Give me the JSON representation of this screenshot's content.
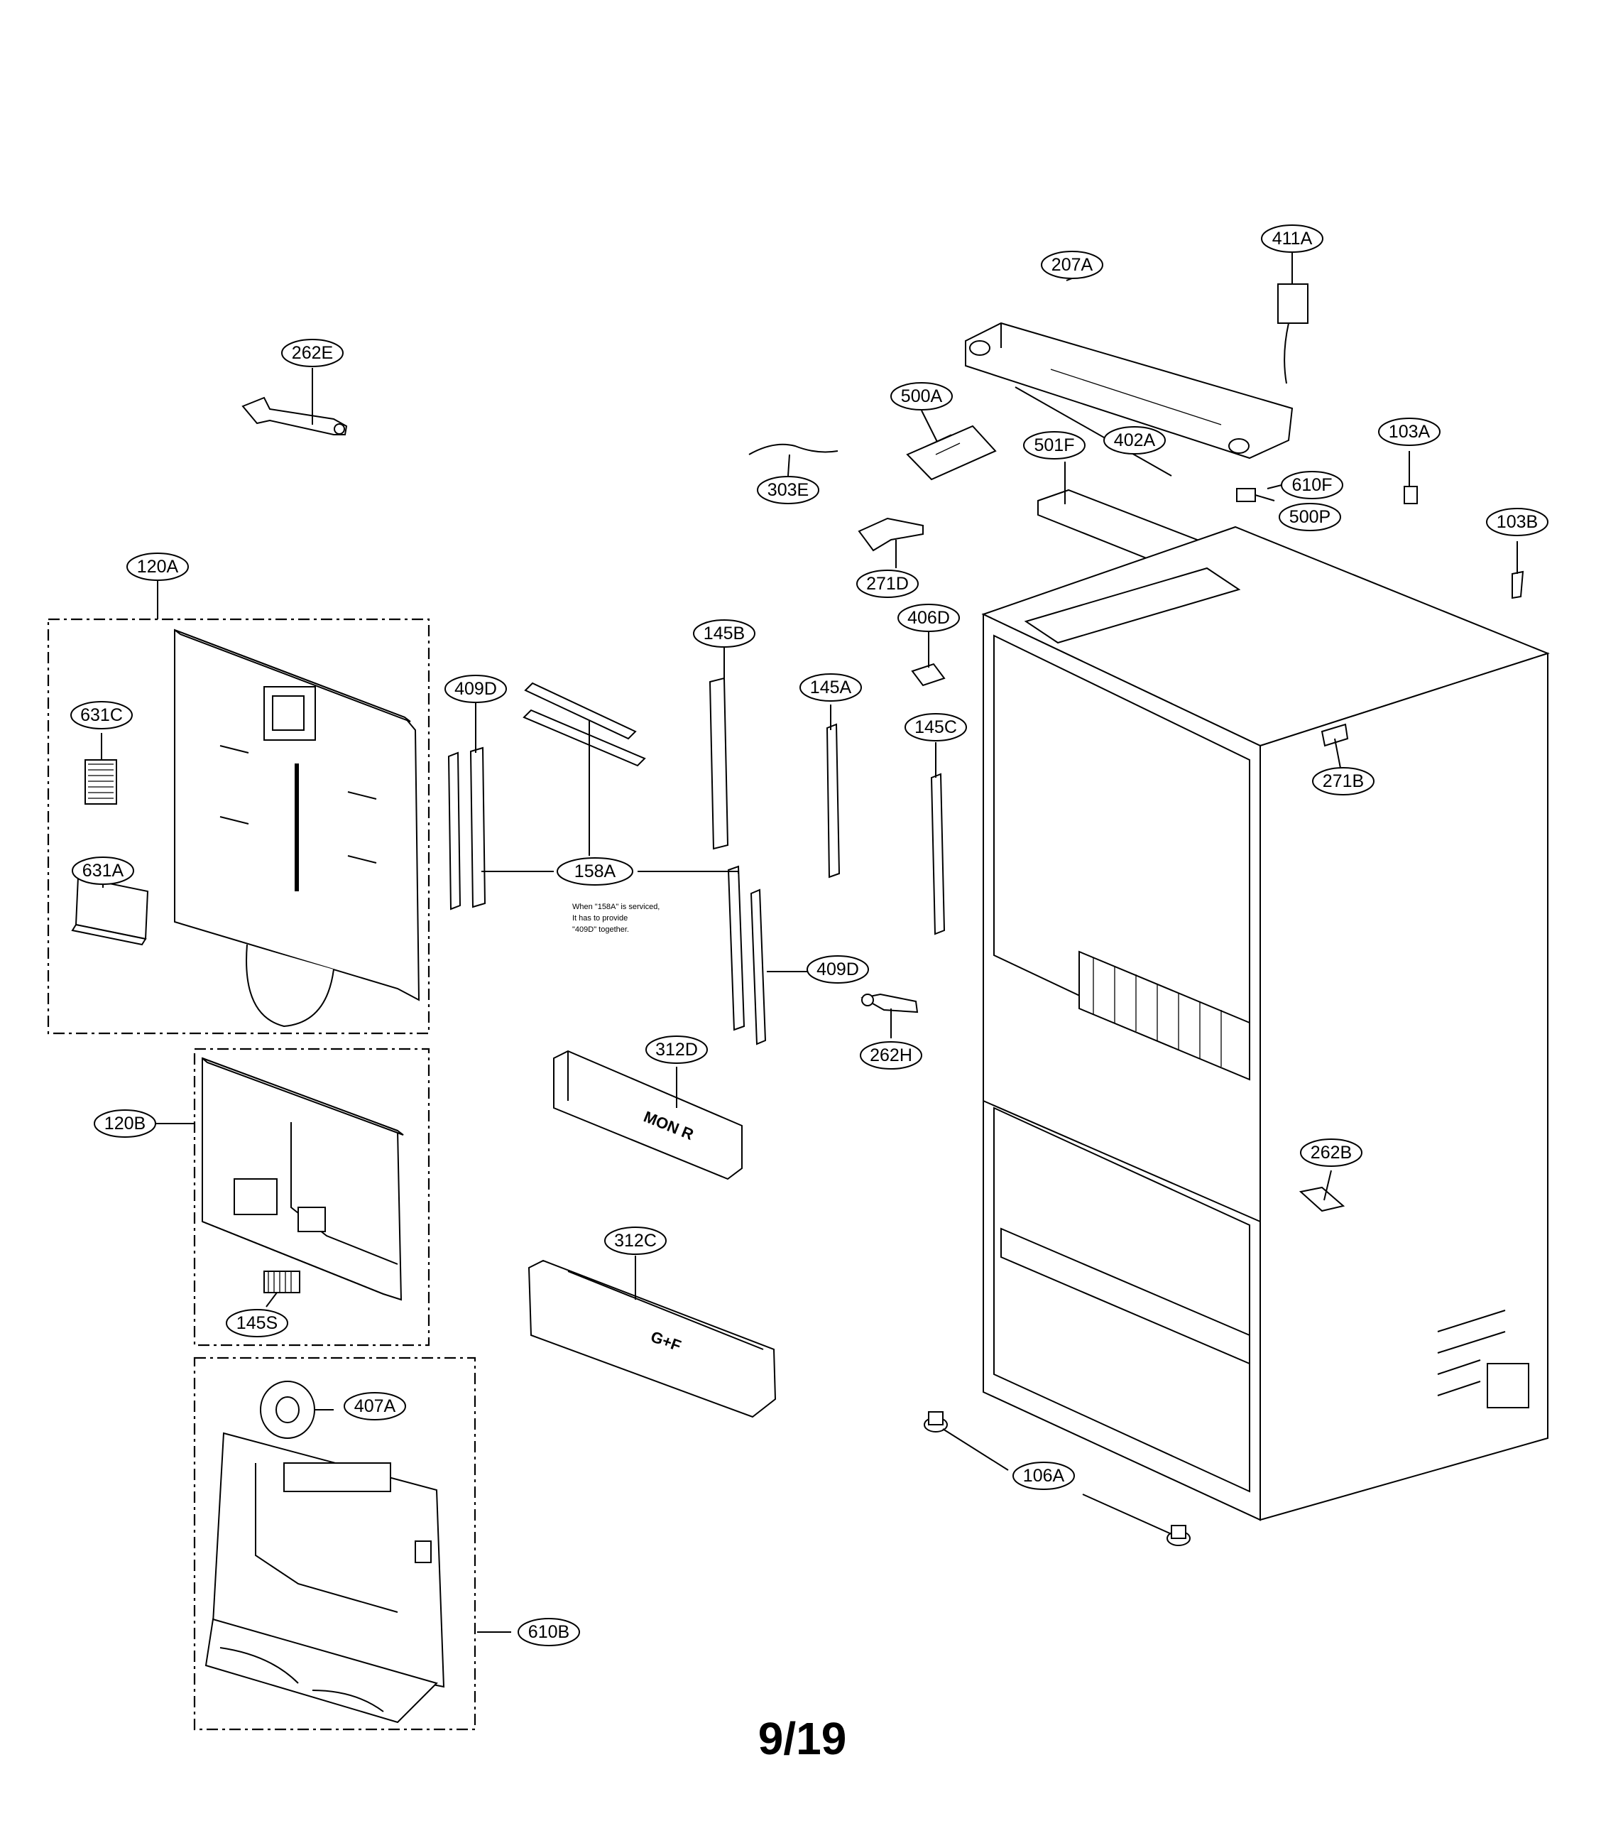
{
  "page_number": "9/19",
  "service_note": [
    "When \"158A\" is serviced,",
    "It has to provide",
    "\"409D\" together."
  ],
  "drawer_labels": {
    "upper": "MON R",
    "lower": "G+F"
  },
  "callouts": [
    "207A",
    "411A",
    "262E",
    "500A",
    "402A",
    "303E",
    "501F",
    "103A",
    "610F",
    "500P",
    "271D",
    "103B",
    "120A",
    "406D",
    "145B",
    "409D",
    "145A",
    "145C",
    "271B",
    "631C",
    "631A",
    "158A",
    "409D",
    "262H",
    "312D",
    "120B",
    "262B",
    "312C",
    "145S",
    "407A",
    "106A",
    "610B"
  ]
}
